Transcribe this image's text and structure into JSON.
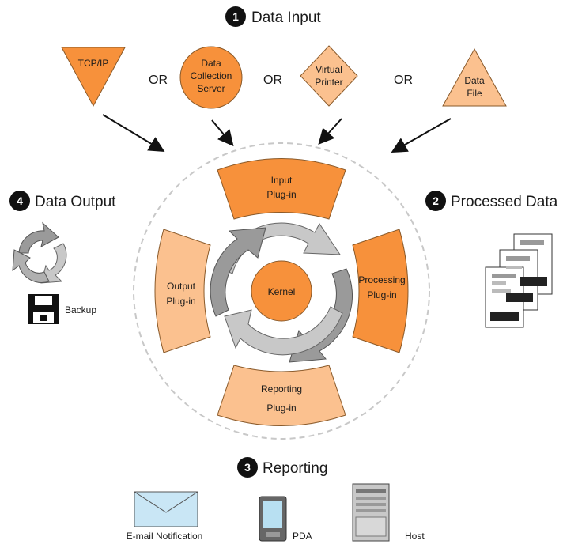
{
  "sections": {
    "data_input": {
      "number": "1",
      "title": "Data Input"
    },
    "processed_data": {
      "number": "2",
      "title": "Processed Data"
    },
    "reporting": {
      "number": "3",
      "title": "Reporting"
    },
    "data_output": {
      "number": "4",
      "title": "Data Output"
    }
  },
  "inputs": {
    "tcp_ip": "TCP/IP",
    "dcs": [
      "Data",
      "Collection",
      "Server"
    ],
    "virtual_printer": [
      "Virtual",
      "Printer"
    ],
    "data_file": [
      "Data",
      "File"
    ],
    "or_label": "OR"
  },
  "plugins": {
    "input": [
      "Input",
      "Plug-in"
    ],
    "processing": [
      "Processing",
      "Plug-in"
    ],
    "reporting": [
      "Reporting",
      "Plug-in"
    ],
    "output": [
      "Output",
      "Plug-in"
    ],
    "kernel": "Kernel"
  },
  "outputs": {
    "backup": "Backup"
  },
  "reporting_items": {
    "email": "E-mail Notification",
    "pda": "PDA",
    "host": "Host"
  },
  "colors": {
    "dark_orange": "#f7913b",
    "light_orange": "#fbc18f",
    "gray_arrow": "#9a9a9a",
    "light_gray_arrow": "#c8c8c8"
  }
}
